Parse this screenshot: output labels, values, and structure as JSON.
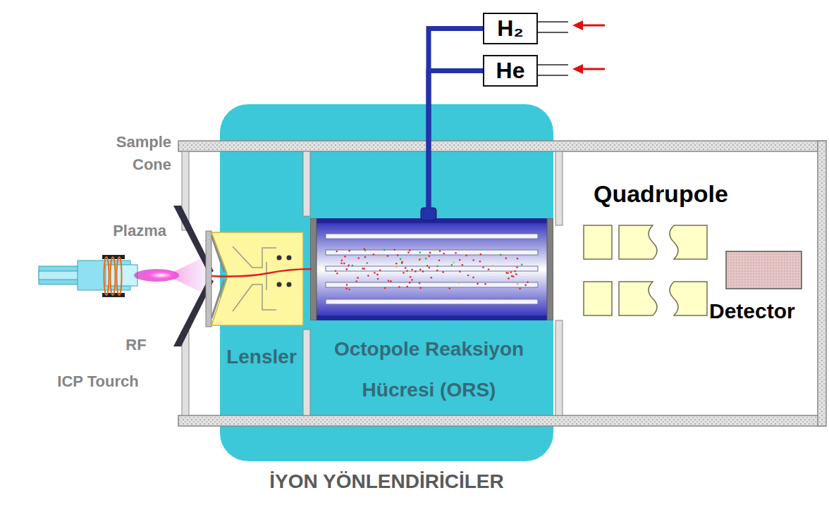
{
  "diagram": {
    "nodes": [
      {
        "text": [
          "H₂"
        ]
      },
      {
        "text": [
          "He"
        ]
      },
      {
        "text": [
          "İYON YÖNLENDİRİCİLER"
        ]
      },
      {
        "text": [
          "Octopole Reaksiyon Hücresi (ORS)"
        ],
        "in": 2
      }
    ],
    "edges": [
      {
        "from": 0,
        "to": 3,
        "arrow": "none"
      },
      {
        "from": 1,
        "to": 3,
        "arrow": "none"
      }
    ],
    "labels": [
      "Sample Cone",
      "Plazma",
      "RF",
      "ICP Tourch",
      "Lensler",
      "Quadrupole",
      "Detector"
    ]
  }
}
